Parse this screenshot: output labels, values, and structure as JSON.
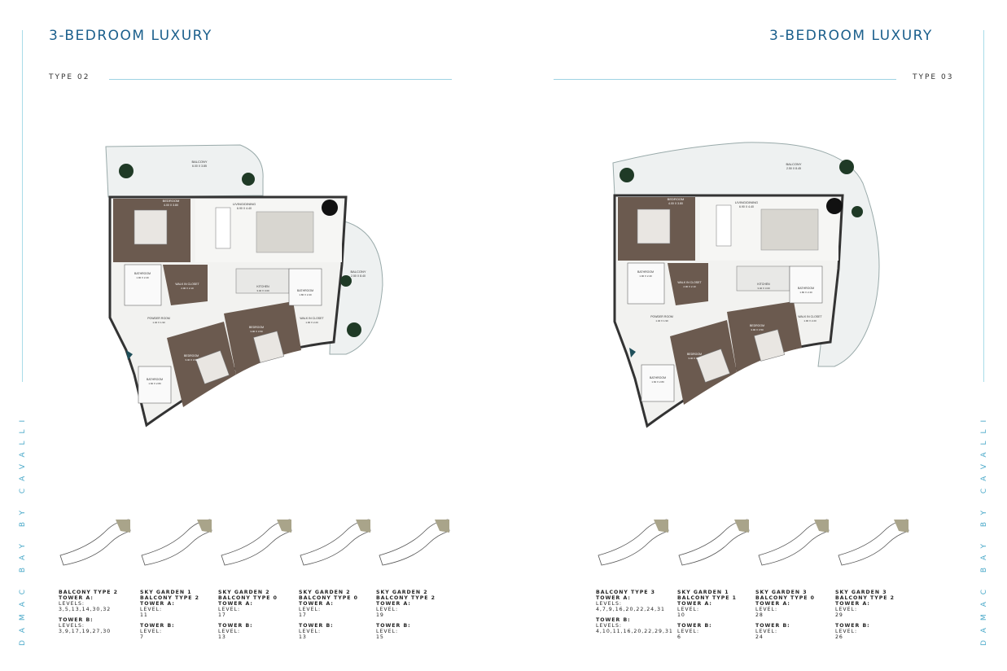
{
  "brand": "DAMAC BAY BY CAVALLI",
  "colors": {
    "title": "#1b5f8c",
    "accent_line": "#9fd3e3",
    "brand_vertical": "#4aa9c9",
    "wood": "#6b5a4f",
    "wall": "#3a3a3a"
  },
  "left": {
    "title": "3-BEDROOM LUXURY",
    "type": "TYPE 02",
    "plan_labels": {
      "balcony1": "BALCONY",
      "balcony1_dim": "6.00 X 3.85",
      "bedroom1": "BEDROOM",
      "bedroom1_dim": "4.00 X 3.80",
      "living": "LIVING/DINING",
      "living_dim": "6.90 X 4.40",
      "balcony2": "BALCONY",
      "balcony2_dim": "2.50 X 8.40",
      "bathroom1": "BATHROOM",
      "bathroom1_dim": "1.90 X 2.40",
      "walkin1": "WALK IN CLOSET",
      "walkin1_dim": "2.90 X 2.10",
      "kitchen": "KITCHEN",
      "kitchen_dim": "3.40 X 3.00",
      "bathroom2": "BATHROOM",
      "bathroom2_dim": "1.80 X 2.40",
      "powder": "POWDER ROOM",
      "powder_dim": "1.40 X 1.90",
      "bedroom2": "BEDROOM",
      "bedroom2_dim": "3.90 X 3.50",
      "walkin2": "WALK IN CLOSET",
      "walkin2_dim": "1.90 X 2.20",
      "bedroom3": "BEDROOM",
      "bedroom3_dim": "3.40 X 3.90",
      "bathroom3": "BATHROOM",
      "bathroom3_dim": "1.60 X 2.80"
    },
    "captions": [
      {
        "l1": "BALCONY TYPE 2",
        "l2": "TOWER A:",
        "l3": "LEVELS:",
        "l4": "3,5,13,14,30,32",
        "l5": "TOWER B:",
        "l6": "LEVELS:",
        "l7": "3,9,17,19,27,30"
      },
      {
        "l1": "SKY GARDEN 1",
        "l2": "BALCONY TYPE 2",
        "l3": "TOWER A:",
        "l4": "LEVEL:",
        "l5": "11",
        "l6": "TOWER B:",
        "l7": "LEVEL:",
        "l8": "7"
      },
      {
        "l1": "SKY GARDEN 2",
        "l2": "BALCONY TYPE 0",
        "l3": "TOWER A:",
        "l4": "LEVEL:",
        "l5": "17",
        "l6": "TOWER B:",
        "l7": "LEVEL:",
        "l8": "13"
      },
      {
        "l1": "SKY GARDEN 2",
        "l2": "BALCONY TYPE 0",
        "l3": "TOWER A:",
        "l4": "LEVEL:",
        "l5": "17",
        "l6": "TOWER B:",
        "l7": "LEVEL:",
        "l8": "13"
      },
      {
        "l1": "SKY GARDEN 2",
        "l2": "BALCONY TYPE 2",
        "l3": "TOWER A:",
        "l4": "LEVEL:",
        "l5": "19",
        "l6": "TOWER B:",
        "l7": "LEVEL:",
        "l8": "15"
      }
    ]
  },
  "right": {
    "title": "3-BEDROOM LUXURY",
    "type": "TYPE 03",
    "plan_labels": {
      "balcony1": "BALCONY",
      "balcony1_dim": "2.50 X 8.45",
      "bedroom1": "BEDROOM",
      "bedroom1_dim": "4.00 X 3.80",
      "living": "LIVING/DINING",
      "living_dim": "6.90 X 4.40",
      "bathroom1": "BATHROOM",
      "bathroom1_dim": "1.90 X 2.40",
      "walkin1": "WALK IN CLOSET",
      "walkin1_dim": "2.90 X 2.10",
      "kitchen": "KITCHEN",
      "kitchen_dim": "3.40 X 3.00",
      "bathroom2": "BATHROOM",
      "bathroom2_dim": "1.80 X 2.40",
      "powder": "POWDER ROOM",
      "powder_dim": "1.40 X 1.90",
      "bedroom2": "BEDROOM",
      "bedroom2_dim": "3.90 X 3.50",
      "walkin2": "WALK IN CLOSET",
      "walkin2_dim": "1.90 X 2.20",
      "bedroom3": "BEDROOM",
      "bedroom3_dim": "3.40 X 3.90",
      "bathroom3": "BATHROOM",
      "bathroom3_dim": "1.60 X 2.80"
    },
    "captions": [
      {
        "l1": "BALCONY TYPE 3",
        "l2": "TOWER A:",
        "l3": "LEVELS:",
        "l4": "4,7,9,16,20,22,24,31",
        "l5": "TOWER B:",
        "l6": "LEVELS:",
        "l7": "4,10,11,16,20,22,29,31"
      },
      {
        "l1": "SKY GARDEN 1",
        "l2": "BALCONY TYPE 1",
        "l3": "TOWER A:",
        "l4": "LEVEL:",
        "l5": "10",
        "l6": "TOWER B:",
        "l7": "LEVEL:",
        "l8": "6"
      },
      {
        "l1": "SKY GARDEN 3",
        "l2": "BALCONY TYPE 0",
        "l3": "TOWER A:",
        "l4": "LEVEL:",
        "l5": "28",
        "l6": "TOWER B:",
        "l7": "LEVEL:",
        "l8": "24"
      },
      {
        "l1": "SKY GARDEN 3",
        "l2": "BALCONY TYPE 2",
        "l3": "TOWER A:",
        "l4": "LEVEL:",
        "l5": "29",
        "l6": "TOWER B:",
        "l7": "LEVEL:",
        "l8": "26"
      }
    ]
  }
}
